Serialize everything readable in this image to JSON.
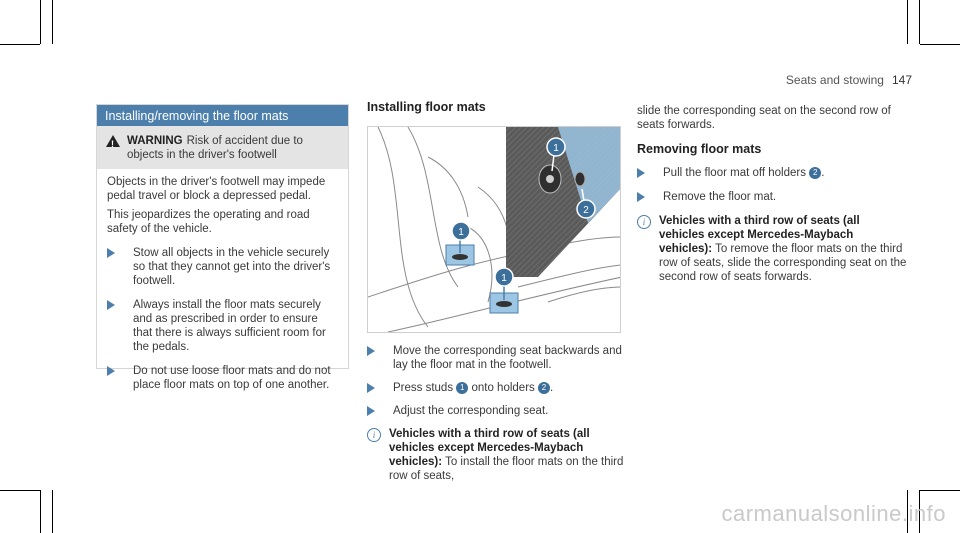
{
  "header": {
    "section": "Seats and stowing",
    "page": "147"
  },
  "warning": {
    "heading": "Installing/removing the floor mats",
    "label": "WARNING",
    "title": "Risk of accident due to objects in the driver's footwell",
    "para1": "Objects in the driver's footwell may impede pedal travel or block a depressed pedal.",
    "para2": "This jeopardizes the operating and road safety of the vehicle.",
    "bullets": [
      "Stow all objects in the vehicle securely so that they cannot get into the driver's footwell.",
      "Always install the floor mats securely and as prescribed in order to ensure that there is always sufficient room for the pedals.",
      "Do not use loose floor mats and do not place floor mats on top of one another."
    ]
  },
  "installing": {
    "heading": "Installing floor mats",
    "step1": "Move the corresponding seat backwards and lay the floor mat in the footwell.",
    "step2_pre": "Press studs",
    "step2_mid": "onto holders",
    "step2_post": ".",
    "step3": "Adjust the corresponding seat.",
    "note_bold": "Vehicles with a third row of seats (all vehicles except Mercedes-Maybach vehicles):",
    "note_text": "To install the floor mats on the third row of seats,"
  },
  "continued": "slide the corresponding seat on the second row of seats forwards.",
  "removing": {
    "heading": "Removing floor mats",
    "step1_pre": "Pull the floor mat off holders",
    "step1_post": ".",
    "step2": "Remove the floor mat.",
    "note_bold": "Vehicles with a third row of seats (all vehicles except Mercedes-Maybach vehicles):",
    "note_text": "To remove the floor mats on the third row of seats, slide the corresponding seat on the second row of seats forwards."
  },
  "callouts": {
    "one": "1",
    "two": "2"
  },
  "icons": {
    "warning": "warning-triangle-icon",
    "bullet": "arrow-bullet-icon",
    "note": "info-icon"
  },
  "colors": {
    "accent": "#4c7fab",
    "callout": "#3d6f9b"
  },
  "watermark": "carmanualsonline.info"
}
